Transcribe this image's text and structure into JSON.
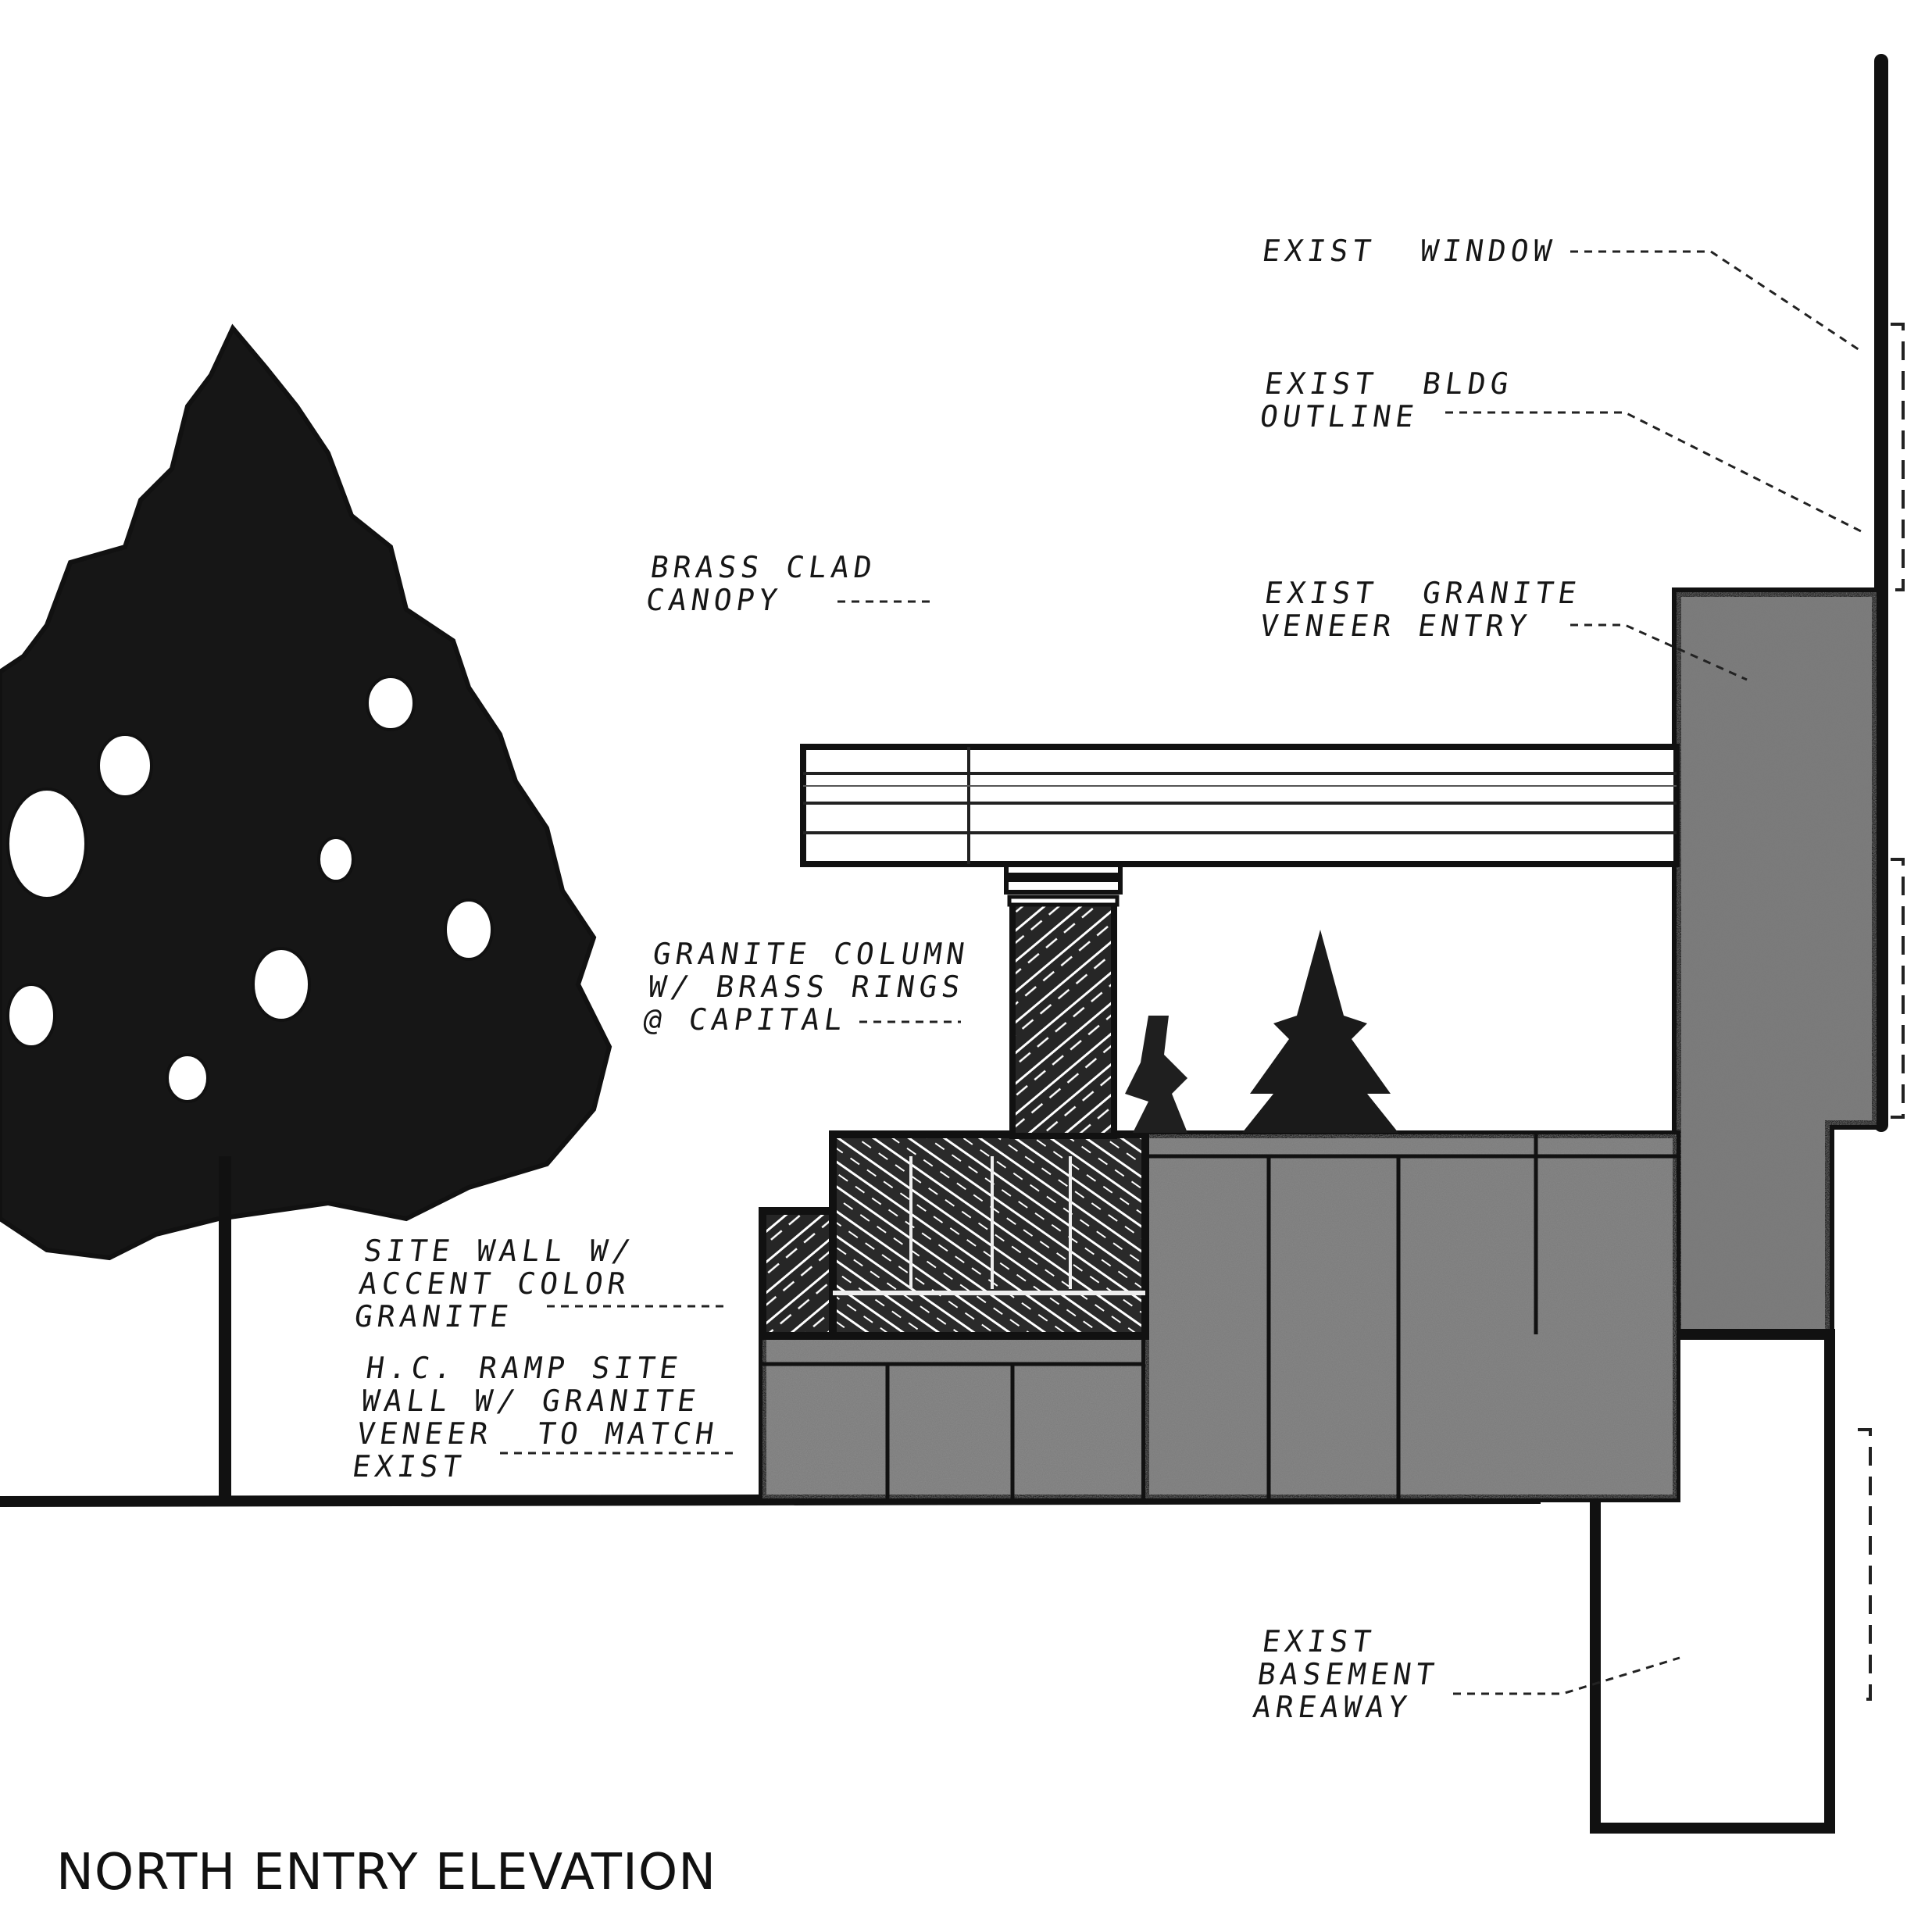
{
  "title": "NORTH ENTRY ELEVATION",
  "colors": {
    "ink": "#111111",
    "granite": "#6f6f6f",
    "granite_dark": "#3a3a3a",
    "paper": "#ffffff"
  },
  "notes": {
    "exist_window": "EXIST  WINDOW",
    "exist_bldg_outline": "EXIST  BLDG\nOUTLINE",
    "brass_clad_canopy": "BRASS CLAD\nCANOPY",
    "exist_granite_veneer_entry": "EXIST  GRANITE\nVENEER ENTRY",
    "granite_column": "GRANITE COLUMN\nW/ BRASS RINGS\n@ CAPITAL",
    "site_wall": "SITE WALL W/\nACCENT COLOR\nGRANITE",
    "hc_ramp_site_wall": "H.C. RAMP SITE\nWALL W/ GRANITE\nVENEER  TO MATCH\nEXIST",
    "exist_basement_areaway": "EXIST\nBASEMENT\nAREAWAY"
  }
}
